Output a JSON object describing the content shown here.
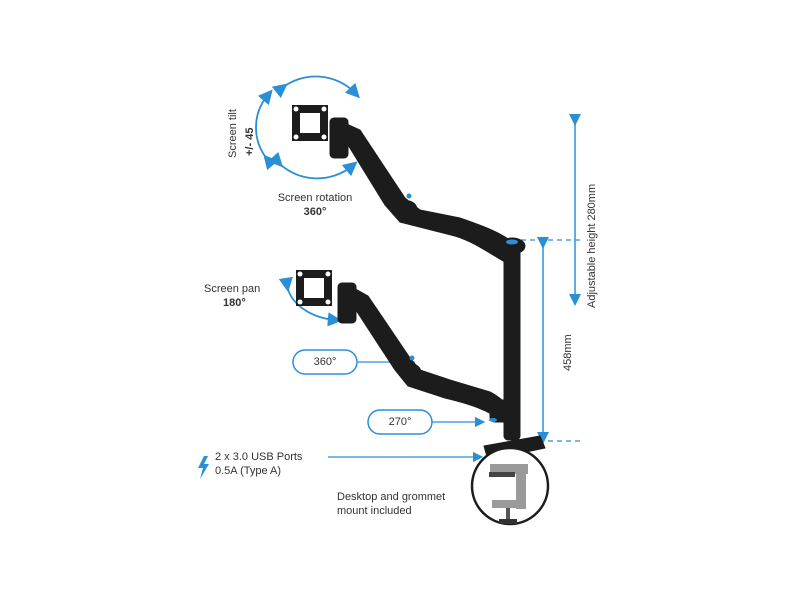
{
  "colors": {
    "accent": "#2b8fd6",
    "mount": "#1c1c1c",
    "clamp_metal": "#9a9a9a"
  },
  "labels": {
    "screen_tilt": "Screen tilt",
    "screen_tilt_value": "+/- 45",
    "screen_rotation": "Screen rotation",
    "screen_rotation_value": "360°",
    "screen_pan": "Screen pan",
    "screen_pan_value": "180°",
    "arm_swivel": "360°",
    "base_swivel": "270°",
    "adjustable_height": "Adjustable height 280mm",
    "pole_height": "458mm",
    "usb_line1": "2 x 3.0 USB Ports",
    "usb_line2": "0.5A (Type A)",
    "mount_line1": "Desktop and grommet",
    "mount_line2": "mount included"
  },
  "icons": [
    "lightning-icon",
    "tilt-arrow-icon",
    "rotation-arrow-icon",
    "pan-arrow-icon",
    "swivel-arrow-icon"
  ]
}
